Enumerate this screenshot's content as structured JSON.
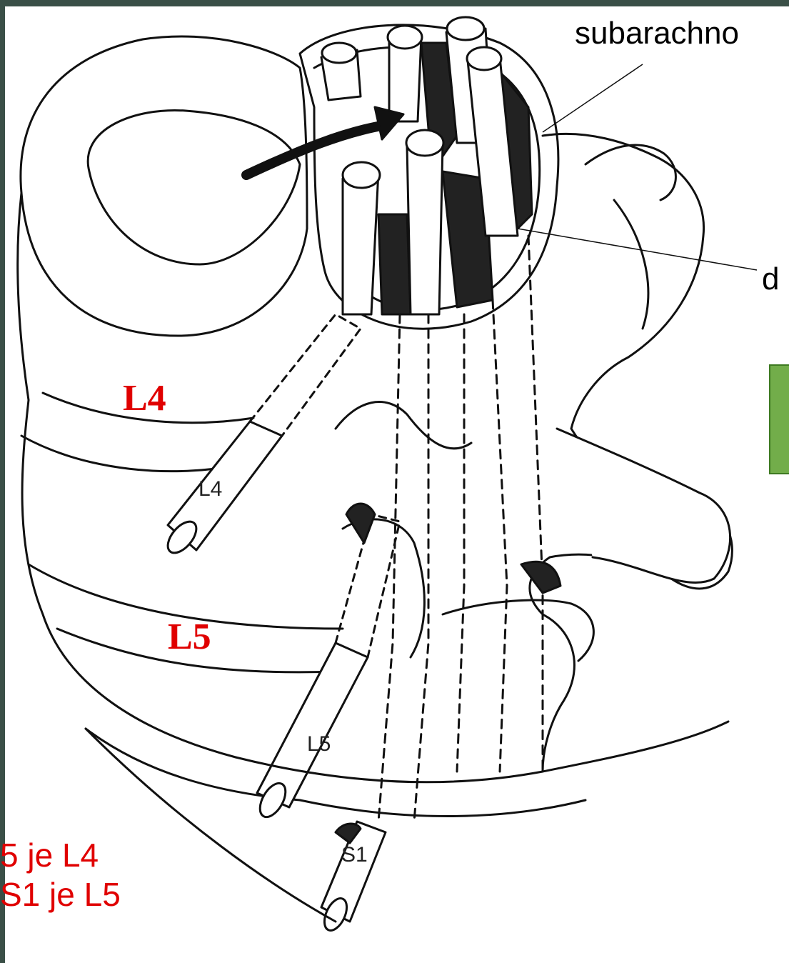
{
  "labels": {
    "subarachnoid": "subarachno",
    "dura": "d",
    "vertebra_l4": "L4",
    "vertebra_l5": "L5"
  },
  "roots": {
    "l4": "L4",
    "l5": "L5",
    "s1": "S1"
  },
  "notes": {
    "line1": "5 je L4",
    "line2": "S1 je L5"
  },
  "colors": {
    "annotation_red": "#e00000",
    "frame": "#3a4f47",
    "box_green": "#72ad4a"
  }
}
